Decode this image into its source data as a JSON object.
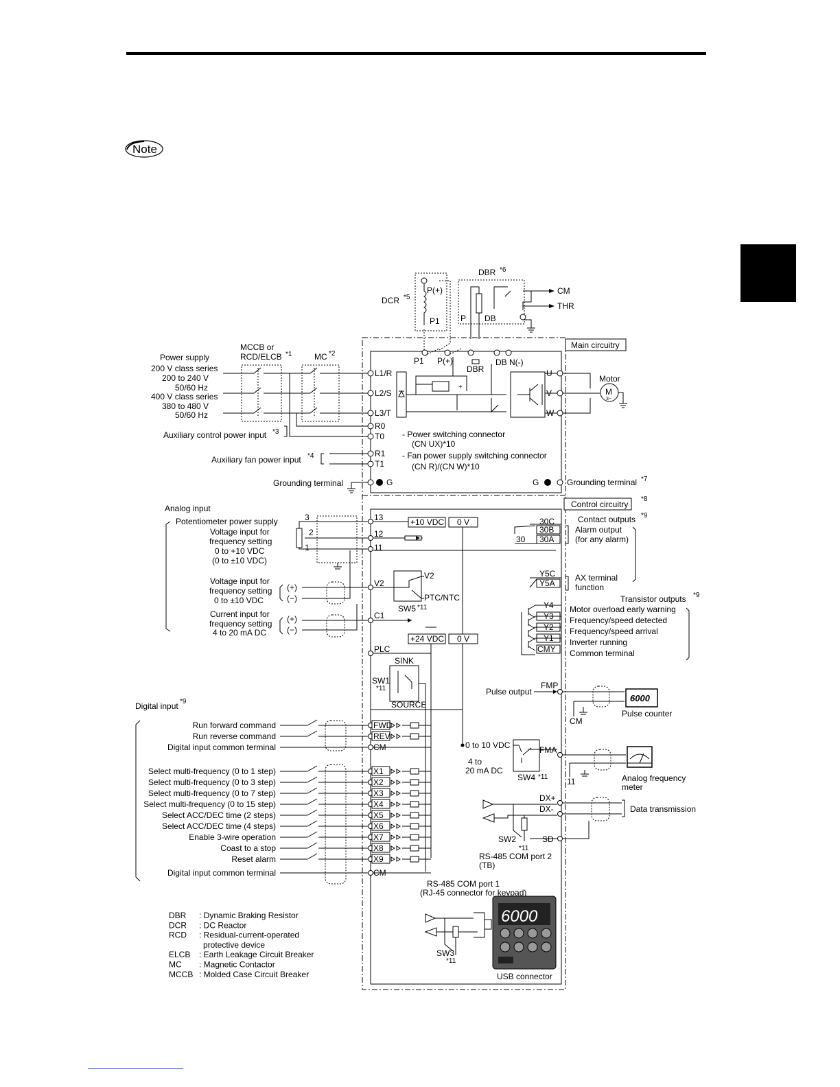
{
  "note_label": "Note",
  "legend": [
    {
      "abbr": "DBR",
      "desc": ": Dynamic Braking Resistor"
    },
    {
      "abbr": "DCR",
      "desc": ": DC Reactor"
    },
    {
      "abbr": "RCD",
      "desc": ": Residual-current-operated"
    },
    {
      "abbr": "",
      "desc": "protective device"
    },
    {
      "abbr": "ELCB",
      "desc": ": Earth Leakage Circuit Breaker"
    },
    {
      "abbr": "MC",
      "desc": ": Magnetic Contactor"
    },
    {
      "abbr": "MCCB",
      "desc": ": Molded Case Circuit Breaker"
    }
  ],
  "power": {
    "supply_title": "Power supply",
    "lines": [
      "200 V class series",
      "200 to 240 V",
      "50/60 Hz",
      "400 V class series",
      "380 to 480 V",
      "50/60 Hz"
    ],
    "mccb_1": "MCCB or",
    "mccb_2": "RCD/ELCB",
    "mccb_note": "*1",
    "mc": "MC",
    "mc_note": "*2",
    "aux_ctrl": "Auxiliary control power input",
    "aux_ctrl_note": "*3",
    "aux_fan": "Auxiliary fan power input",
    "aux_fan_note": "*4",
    "ground_left": "Grounding terminal"
  },
  "main": {
    "box_label": "Main circuitry",
    "terminals_left": [
      "L1/R",
      "L2/S",
      "L3/T",
      "R0",
      "T0",
      "R1",
      "T1"
    ],
    "g_left": "G",
    "g_right": "G",
    "ground_right": "Grounding terminal",
    "ground_right_note": "*7",
    "outputs": [
      "U",
      "V",
      "W"
    ],
    "motor": "Motor",
    "motor_m": "M",
    "motor_sub": "3~",
    "dc_terms": [
      "P1",
      "P(+)",
      "DB",
      "N(-)"
    ],
    "dbr_inner": "DBR",
    "switch_1a": "- Power switching connector",
    "switch_1b": "(CN UX)*10",
    "switch_2a": "- Fan power supply switching connector",
    "switch_2b": "(CN R)/(CN W)*10"
  },
  "dcr": {
    "label": "DCR",
    "note": "*5",
    "p_plus": "P(+)",
    "p1": "P1"
  },
  "dbr": {
    "label": "DBR",
    "note": "*6",
    "p": "P",
    "db": "DB",
    "cm": "CM",
    "thr": "THR"
  },
  "control": {
    "box_label": "Control circuitry",
    "box_note": "*8",
    "analog_title": "Analog input",
    "pot_supply": "Potentiometer power supply",
    "pot_pins": [
      "3",
      "2",
      "1"
    ],
    "volt_1": [
      "Voltage input for",
      "frequency setting",
      "0 to +10 VDC",
      "(0 to ±10 VDC)"
    ],
    "volt_2": [
      "Voltage input for",
      "frequency setting",
      "0 to ±10 VDC"
    ],
    "curr": [
      "Current input for",
      "frequency setting",
      "4 to 20 mA DC"
    ],
    "plus": "(+)",
    "minus": "(−)",
    "t13": "13",
    "t12": "12",
    "t11": "11",
    "tV2": "V2",
    "tC1": "C1",
    "tPLC": "PLC",
    "vdc10": "+10 VDC",
    "vdc24": "+24 VDC",
    "zero_v": "0 V",
    "sw5_v2": "V2",
    "sw5_ptc": "PTC/NTC",
    "sw5": "SW5",
    "sw5_note": "*11",
    "sink": "SINK",
    "source": "SOURCE",
    "sw1": "SW1",
    "sw1_note": "*11",
    "digital_title": "Digital input",
    "digital_note": "*9",
    "digital_inputs": [
      {
        "label": "Run forward command",
        "term": "FWD"
      },
      {
        "label": "Run reverse command",
        "term": "REV"
      },
      {
        "label": "Digital input common terminal",
        "term": "CM"
      },
      {
        "label": "Select multi-frequency (0 to 1 step)",
        "term": "X1"
      },
      {
        "label": "Select multi-frequency (0 to 3 step)",
        "term": "X2"
      },
      {
        "label": "Select multi-frequency (0 to 7 step)",
        "term": "X3"
      },
      {
        "label": "Select multi-frequency (0 to 15 step)",
        "term": "X4"
      },
      {
        "label": "Select ACC/DEC time (2 steps)",
        "term": "X5"
      },
      {
        "label": "Select ACC/DEC time (4 steps)",
        "term": "X6"
      },
      {
        "label": "Enable 3-wire operation",
        "term": "X7"
      },
      {
        "label": "Coast to a stop",
        "term": "X8"
      },
      {
        "label": "Reset alarm",
        "term": "X9"
      },
      {
        "label": "Digital input common terminal",
        "term": "CM"
      }
    ],
    "contact_title": "Contact outputs",
    "contact_note": "*9",
    "t30c": "30C",
    "t30b": "30B",
    "t30a": "30A",
    "t30": "30",
    "alarm_1": "Alarm output",
    "alarm_2": "(for any alarm)",
    "ty5c": "Y5C",
    "ty5a": "Y5A",
    "ax_1": "AX terminal",
    "ax_2": "function",
    "tr_title": "Transistor outputs",
    "tr_note": "*9",
    "tr_outputs": [
      {
        "term": "Y4",
        "label": "Motor overload early warning"
      },
      {
        "term": "Y3",
        "label": "Frequency/speed detected"
      },
      {
        "term": "Y2",
        "label": "Frequency/speed arrival"
      },
      {
        "term": "Y1",
        "label": "Inverter running"
      },
      {
        "term": "CMY",
        "label": "Common terminal"
      }
    ],
    "pulse_out": "Pulse output",
    "fmp": "FMP",
    "cm_lbl": "CM",
    "pulse_counter": "Pulse counter",
    "counter_display": "6000",
    "fma_range_1": "0 to 10 VDC",
    "fma_range_2": "4 to",
    "fma_range_3": "20 mA DC",
    "fma": "FMA",
    "sw4": "SW4",
    "sw4_note": "*11",
    "t11_lbl": "11",
    "meter_1": "Analog frequency",
    "meter_2": "meter",
    "dxp": "DX+",
    "dxm": "DX-",
    "sd": "SD",
    "data_tx": "Data transmission",
    "sw2": "SW2",
    "sw2_note": "*11",
    "rs485_2a": "RS-485 COM port 2",
    "rs485_2b": "(TB)",
    "rs485_1a": "RS-485 COM port 1",
    "rs485_1b": "(RJ-45 connector for keypad)",
    "keypad_display": "6000",
    "sw3": "SW3",
    "sw3_note": "*11",
    "usb": "USB connector"
  }
}
